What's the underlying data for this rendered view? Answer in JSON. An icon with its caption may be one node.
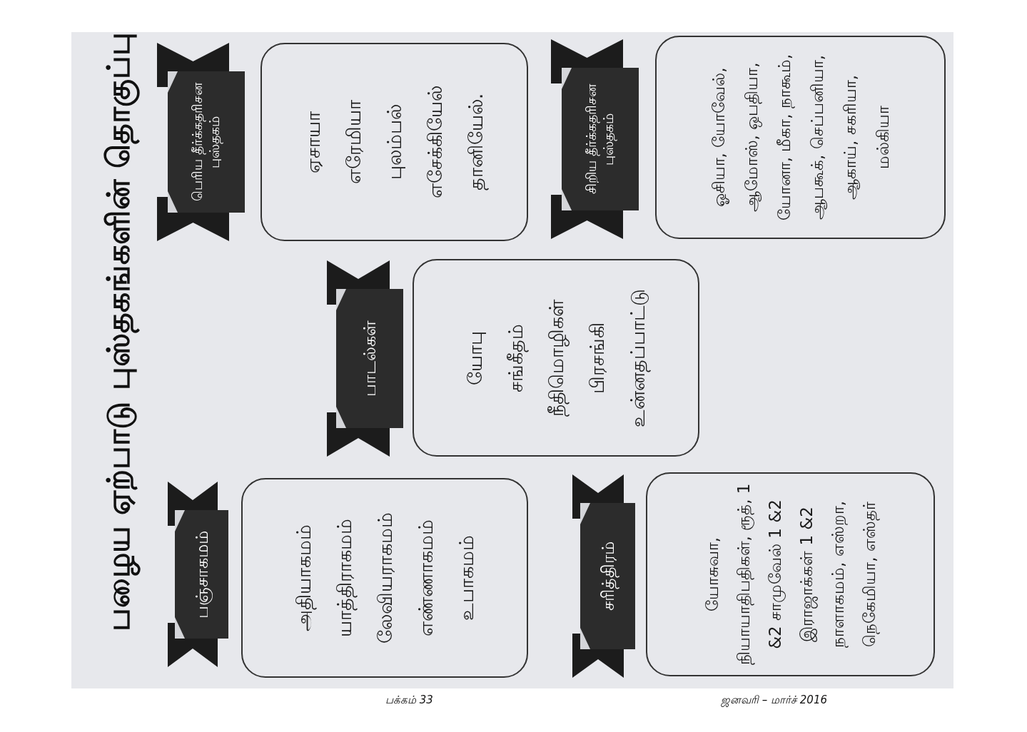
{
  "diagram": {
    "title": "பழைய ஏற்பாடு புஸ்தகங்களின் தொகுப்பு",
    "nodes": [
      {
        "text": [
          "பஞ்சாகமம்"
        ]
      },
      {
        "text": [
          "அதியாகமம் யாத்திராகமம் லேவியராகமம் எண்ணாகமம் உபாகமம்"
        ]
      },
      {
        "text": [
          "சரித்திரம்"
        ]
      },
      {
        "text": [
          "யோசுவா, நியாயாதிபதிகள், ரூத், 1 &2 சாமுவேல் 1 &2 இராஜாக்கள் 1 &2 நாளாகமம், எஸ்றா, நெகேமியா, எஸ்தர்"
        ]
      },
      {
        "text": [
          "பாடல்கள்"
        ]
      },
      {
        "text": [
          "யோபு சங்கீதம் நீதிமொழிகள் பிரசங்கி உன்னதப்பாட்டு"
        ]
      },
      {
        "text": [
          "பெரிய தீர்க்கதரிசன புஸ்தகம்"
        ]
      },
      {
        "text": [
          "ஏசாயா எரேமியா புலம்பல் எசேக்கியேல் தானியேல்."
        ]
      },
      {
        "text": [
          "சிறிய தீர்க்கதரிசன புஸ்தகம்"
        ]
      },
      {
        "text": [
          "ஓசியா, யோவேல், ஆமோஸ், ஒபதியா, யோனா, மீகா, நாகூம், ஆபகூக், செப்பனியா, ஆகாய், சகரியா, மல்கியா"
        ]
      }
    ],
    "labels": [
      "பக்கம் 33",
      "ஜனவரி – மார்ச் 2016"
    ]
  }
}
